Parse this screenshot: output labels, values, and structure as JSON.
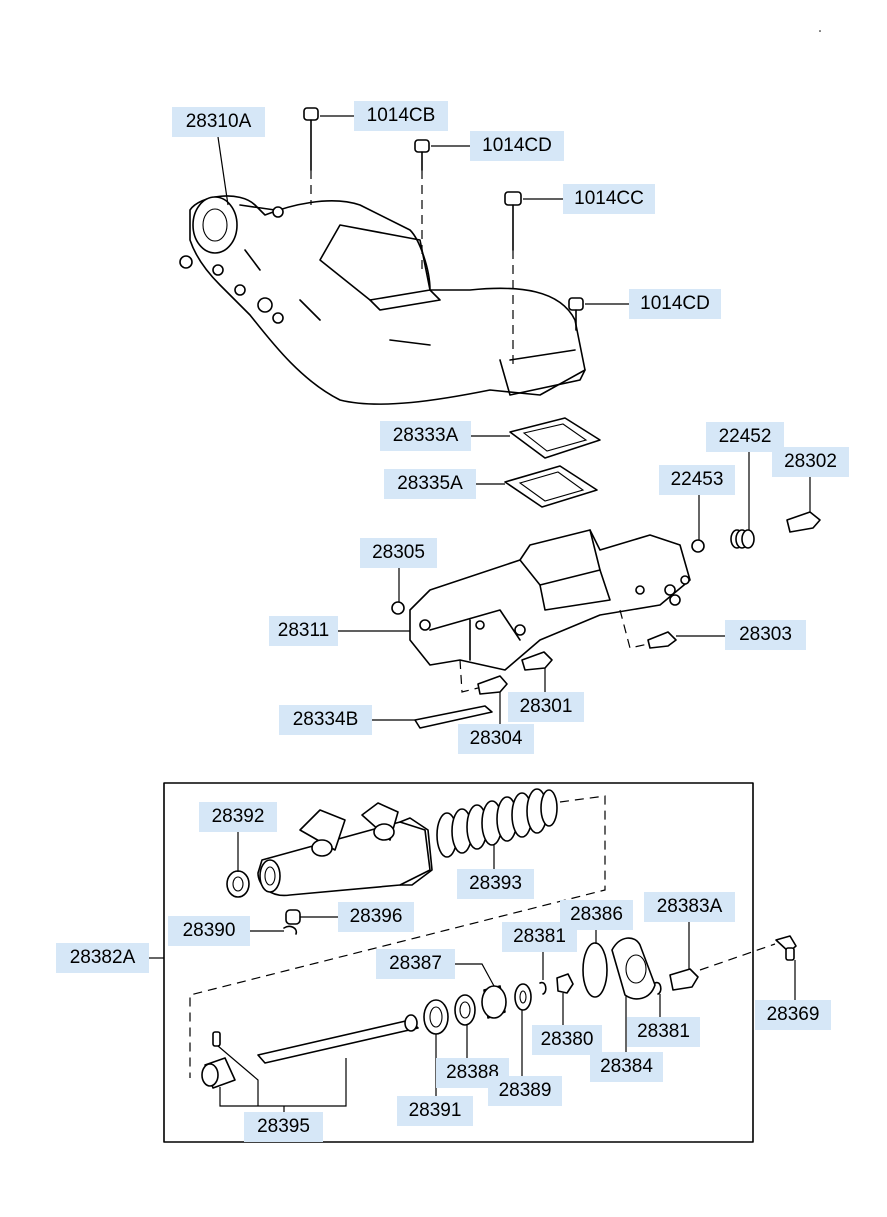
{
  "callouts": {
    "c28310A": "28310A",
    "c1014CB": "1014CB",
    "c1014CD_a": "1014CD",
    "c1014CC": "1014CC",
    "c1014CD_b": "1014CD",
    "c28333A": "28333A",
    "c28335A": "28335A",
    "c22452": "22452",
    "c28302": "28302",
    "c22453": "22453",
    "c28305": "28305",
    "c28311": "28311",
    "c28303": "28303",
    "c28301": "28301",
    "c28334B": "28334B",
    "c28304": "28304",
    "c28392": "28392",
    "c28393": "28393",
    "c28396": "28396",
    "c28390": "28390",
    "c28386": "28386",
    "c28383A": "28383A",
    "c28381_a": "28381",
    "c28382A": "28382A",
    "c28387": "28387",
    "c28369": "28369",
    "c28380": "28380",
    "c28381_b": "28381",
    "c28384": "28384",
    "c28388": "28388",
    "c28389": "28389",
    "c28391": "28391",
    "c28395": "28395"
  },
  "colors": {
    "label_background": "#d6e7f7",
    "line": "#000000"
  }
}
